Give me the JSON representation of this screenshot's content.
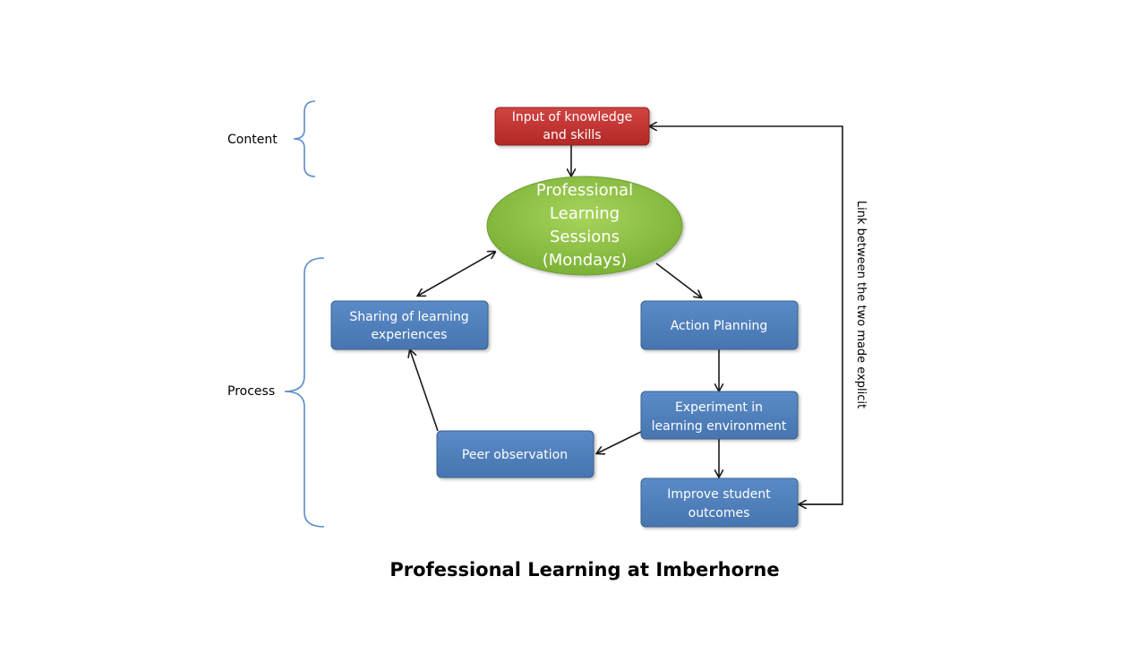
{
  "labels": {
    "content": "Content",
    "process": "Process"
  },
  "nodes": {
    "input": {
      "line1": "Input of knowledge",
      "line2": "and skills"
    },
    "sessions": {
      "line1": "Professional",
      "line2": "Learning",
      "line3": "Sessions",
      "line4": "(Mondays)"
    },
    "sharing": {
      "line1": "Sharing of learning",
      "line2": "experiences"
    },
    "action": {
      "line1": "Action Planning"
    },
    "experiment": {
      "line1": "Experiment in",
      "line2": "learning environment"
    },
    "peer": {
      "line1": "Peer observation"
    },
    "improve": {
      "line1": "Improve student",
      "line2": "outcomes"
    }
  },
  "link_label": "Link between the two made explicit",
  "title": "Professional Learning at Imberhorne",
  "colors": {
    "red_box": "#c0312f",
    "blue_box": "#4f81bd",
    "green_ellipse": "#8fc045",
    "brace": "#5b8cc8"
  }
}
